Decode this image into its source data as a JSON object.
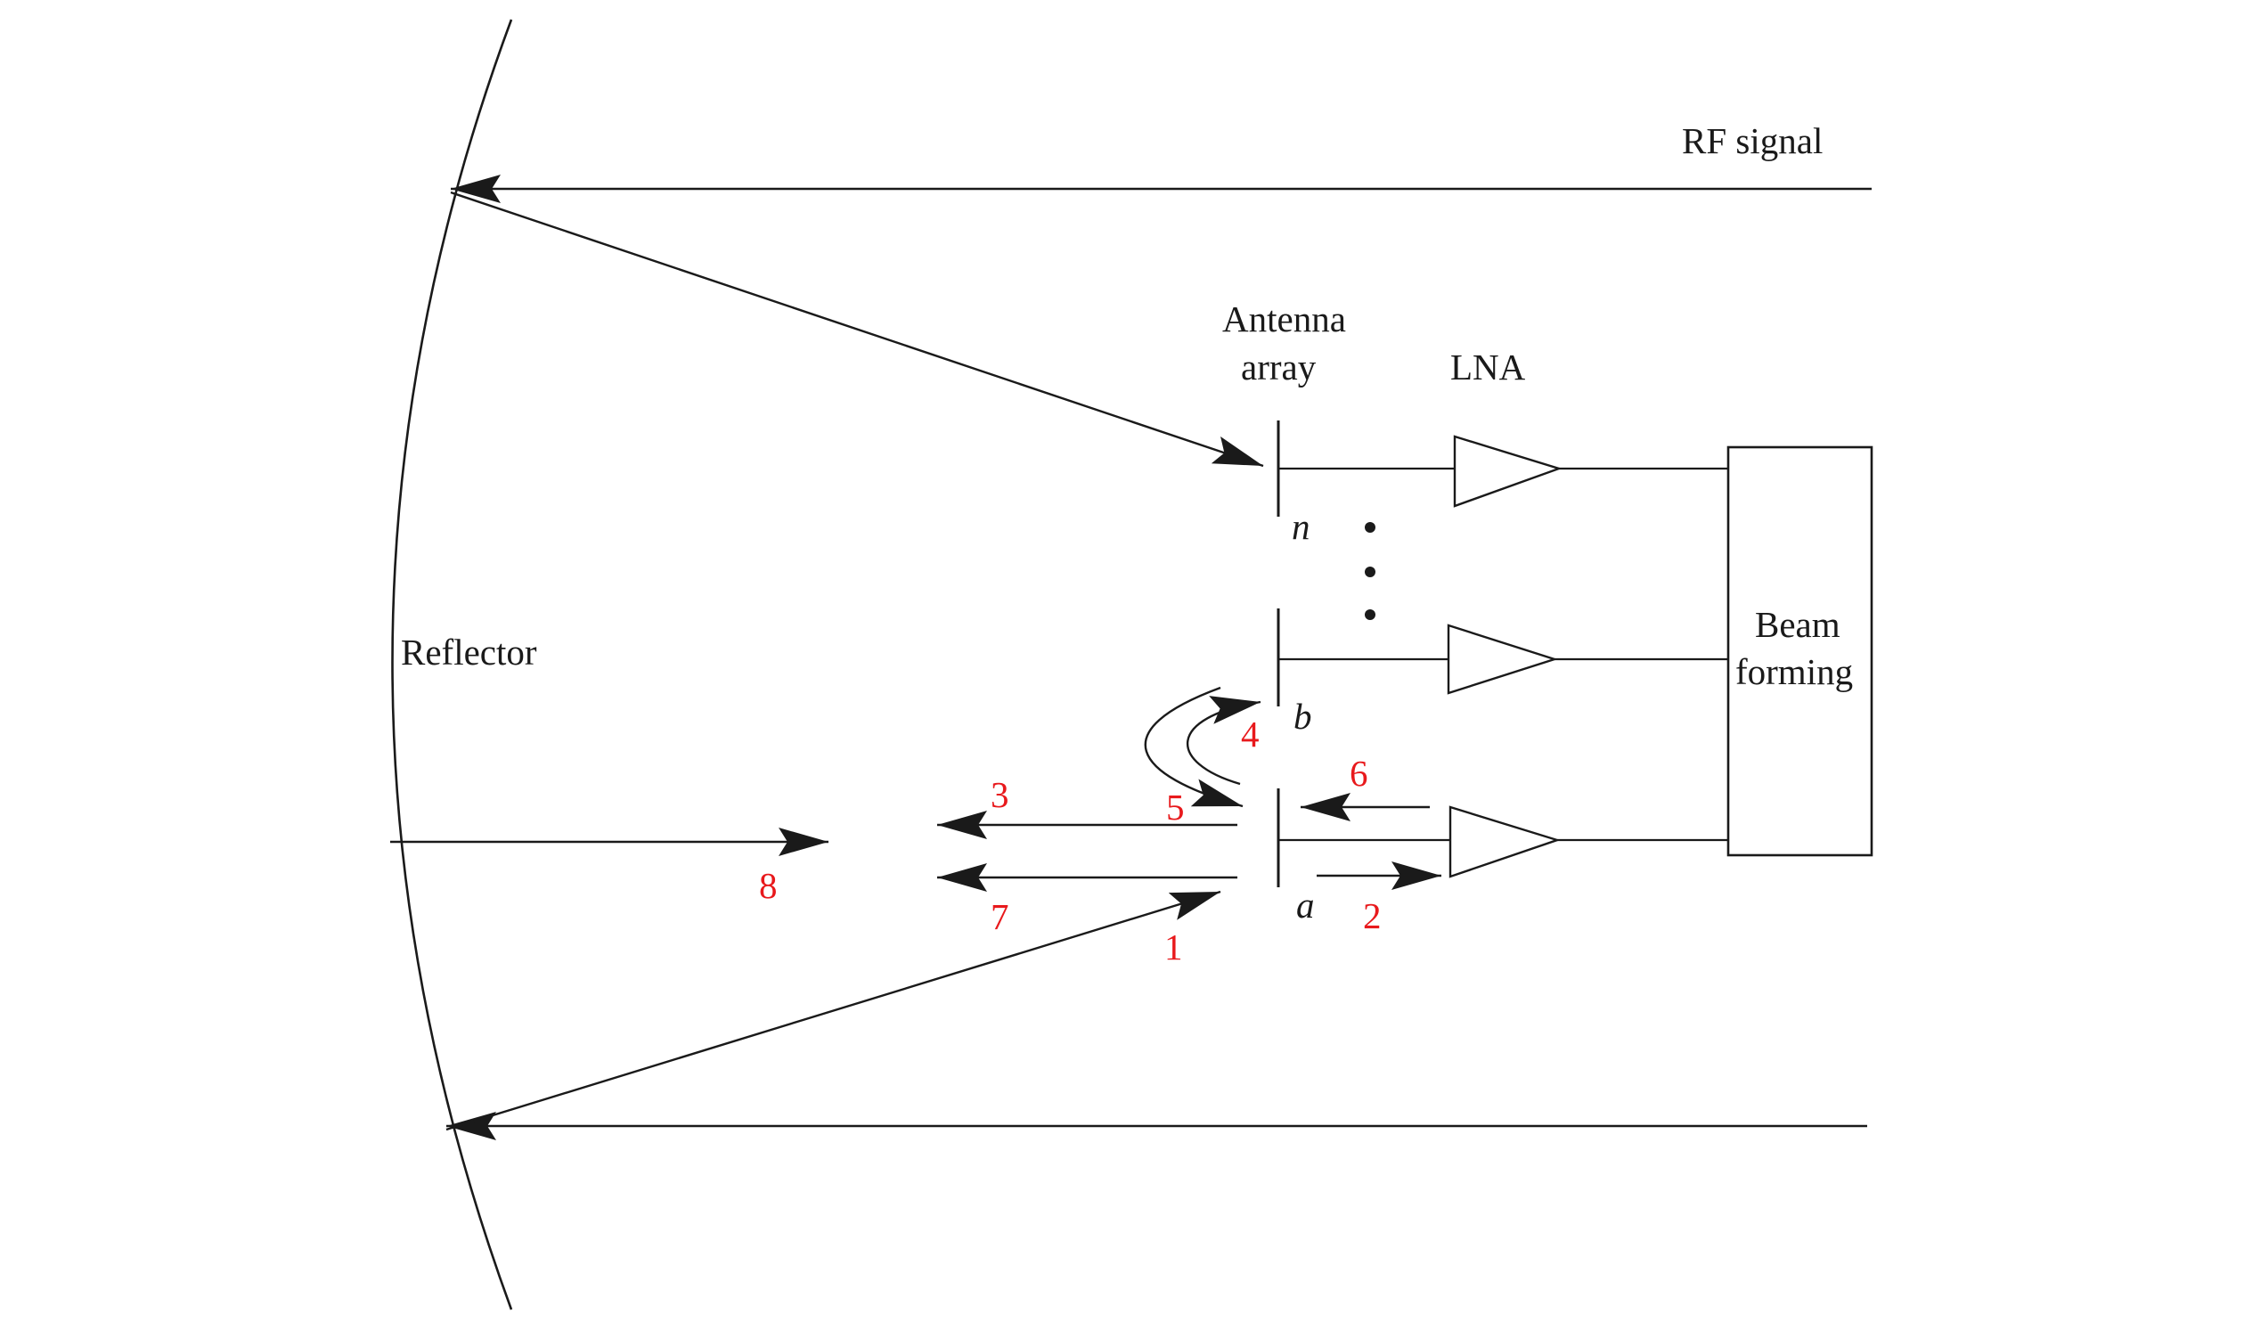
{
  "labels": {
    "rf_signal": "RF signal",
    "antenna": "Antenna",
    "array": "array",
    "lna": "LNA",
    "reflector": "Reflector",
    "beam": "Beam",
    "forming": "forming"
  },
  "elements": {
    "n": "n",
    "b": "b",
    "a": "a"
  },
  "paths": [
    "1",
    "2",
    "3",
    "4",
    "5",
    "6",
    "7",
    "8"
  ],
  "colors": {
    "line": "#1a1a1a",
    "path_number": "#e8191c"
  }
}
